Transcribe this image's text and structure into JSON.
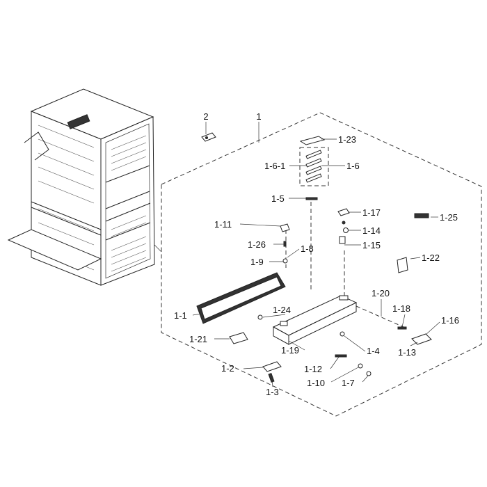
{
  "labels": {
    "l1": "1",
    "l2": "2",
    "l1_1": "1-1",
    "l1_2": "1-2",
    "l1_3": "1-3",
    "l1_4": "1-4",
    "l1_5": "1-5",
    "l1_6": "1-6",
    "l1_6_1": "1-6-1",
    "l1_7": "1-7",
    "l1_8": "1-8",
    "l1_9": "1-9",
    "l1_10": "1-10",
    "l1_11": "1-11",
    "l1_12": "1-12",
    "l1_13": "1-13",
    "l1_14": "1-14",
    "l1_15": "1-15",
    "l1_16": "1-16",
    "l1_17": "1-17",
    "l1_18": "1-18",
    "l1_19": "1-19",
    "l1_20": "1-20",
    "l1_21": "1-21",
    "l1_22": "1-22",
    "l1_23": "1-23",
    "l1_24": "1-24",
    "l1_25": "1-25",
    "l1_26": "1-26"
  }
}
